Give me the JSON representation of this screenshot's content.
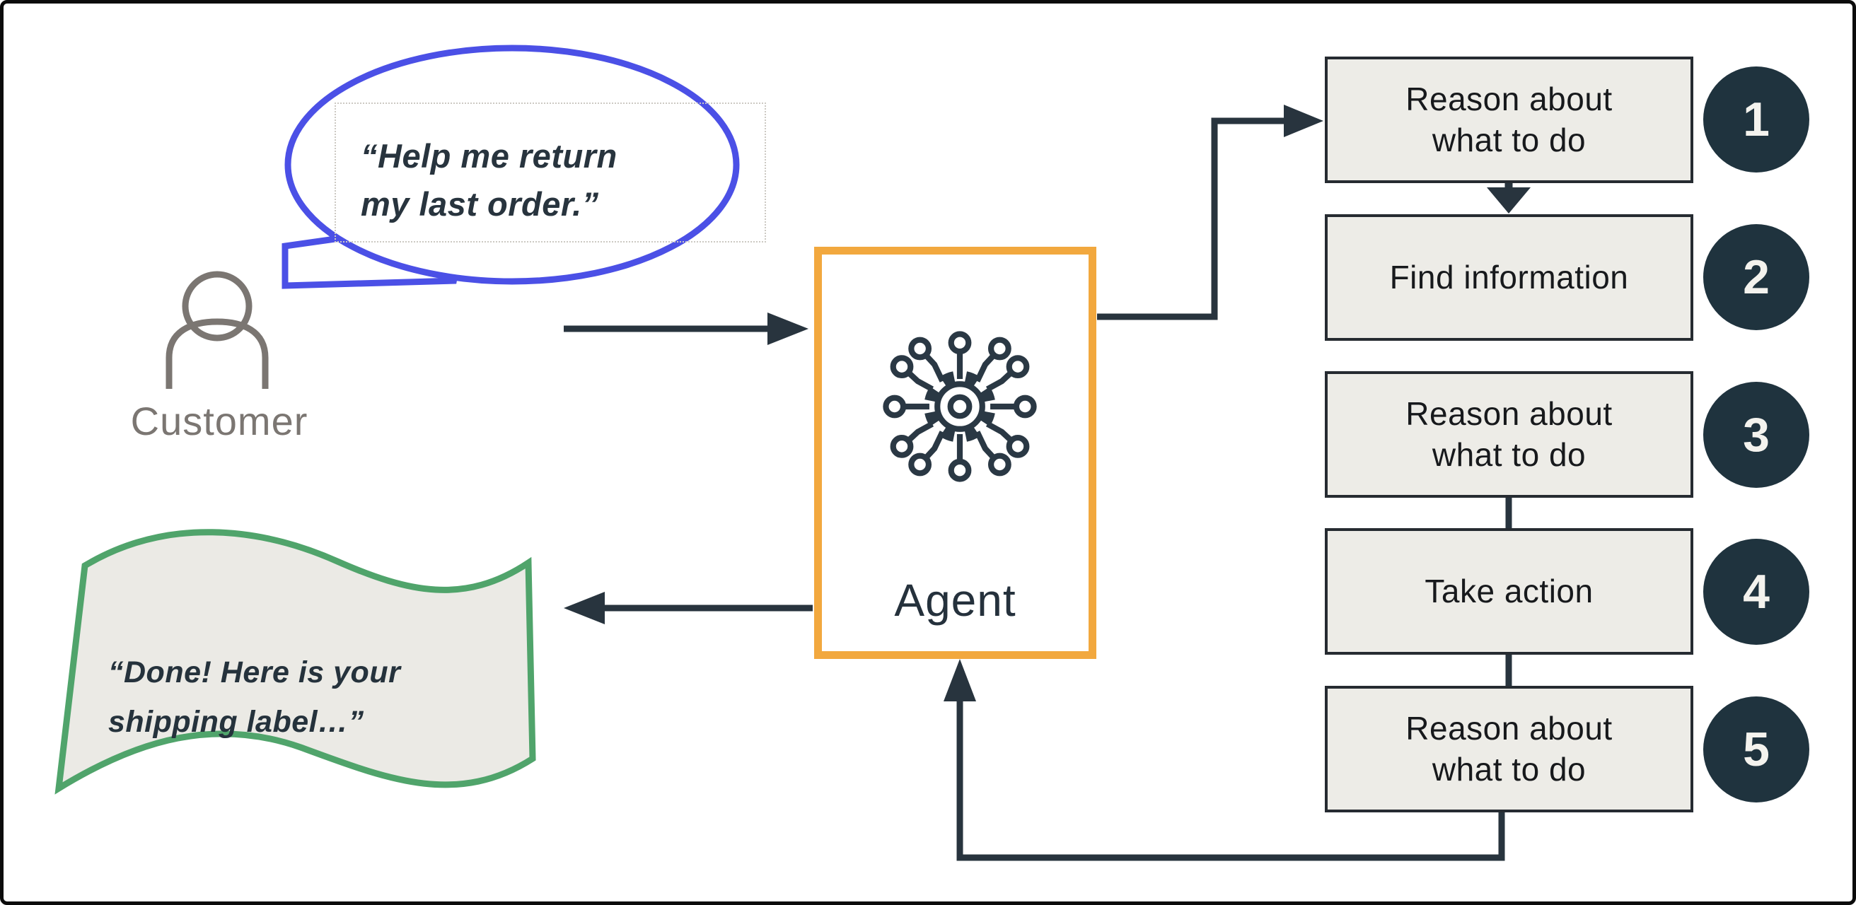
{
  "colors": {
    "bubble_blue": "#4B50E6",
    "agent_orange": "#F2A83E",
    "banner_green": "#50A46B",
    "arrow_ink": "#28343E",
    "circle_navy": "#1F333E",
    "step_fill": "#EDECE7",
    "banner_fill": "#EBEAE5",
    "customer_gray": "#7B7672"
  },
  "customer": {
    "label": "Customer",
    "icon": "person-outline-icon"
  },
  "speech_bubble": {
    "line1": "“Help me return",
    "line2": "my last order.”"
  },
  "agent": {
    "label": "Agent",
    "icon": "gear-network-icon"
  },
  "result_banner": {
    "line1": "“Done! Here is your",
    "line2": "shipping label…”"
  },
  "steps": [
    {
      "number": "1",
      "label": "Reason about what to do"
    },
    {
      "number": "2",
      "label": "Find information"
    },
    {
      "number": "3",
      "label": "Reason about what to do"
    },
    {
      "number": "4",
      "label": "Take action"
    },
    {
      "number": "5",
      "label": "Reason about what to do"
    }
  ]
}
